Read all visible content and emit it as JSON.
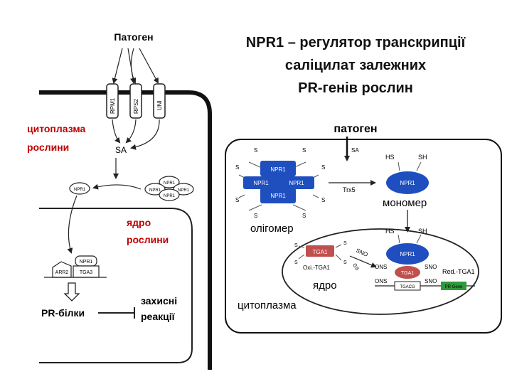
{
  "title": {
    "line1": "NPR1 – регулятор транскрипції",
    "line2": "саліцилат залежних",
    "line3": "PR-генів рослин"
  },
  "left": {
    "pathogen": "Патоген",
    "receptors": [
      "RPM1",
      "RPS2",
      "UNI"
    ],
    "cytoplasm_l1": "цитоплазма",
    "cytoplasm_l2": "рослини",
    "sa": "SA",
    "npr1": "NPR1",
    "nucleus_l1": "ядро",
    "nucleus_l2": "рослини",
    "arr2": "ARR2",
    "tga3": "TGA3",
    "pr_proteins": "PR-білки",
    "defense_l1": "захисні",
    "defense_l2": "реакції"
  },
  "right": {
    "pathogen": "патоген",
    "sa": "SA",
    "s": "S",
    "npr1": "NPR1",
    "oligomer": "олігомер",
    "trx5": "Trx5",
    "hs": "HS",
    "sh": "SH",
    "monomer": "мономер",
    "tga1": "TGA1",
    "ox_tga1": "Oxi.-TGA1",
    "sno": "SNO",
    "gs": "GS",
    "ons": "ONS",
    "red_tga1": "Red.-TGA1",
    "tgacg": "TGACG",
    "pr_gene": "PR Gene",
    "nucleus": "ядро",
    "cytoplasm": "цитоплазма"
  },
  "colors": {
    "npr1_blue": "#1f4fbf",
    "tga_red": "#c0504d",
    "green_label": "#2e9a3a",
    "red_text": "#c00000"
  }
}
